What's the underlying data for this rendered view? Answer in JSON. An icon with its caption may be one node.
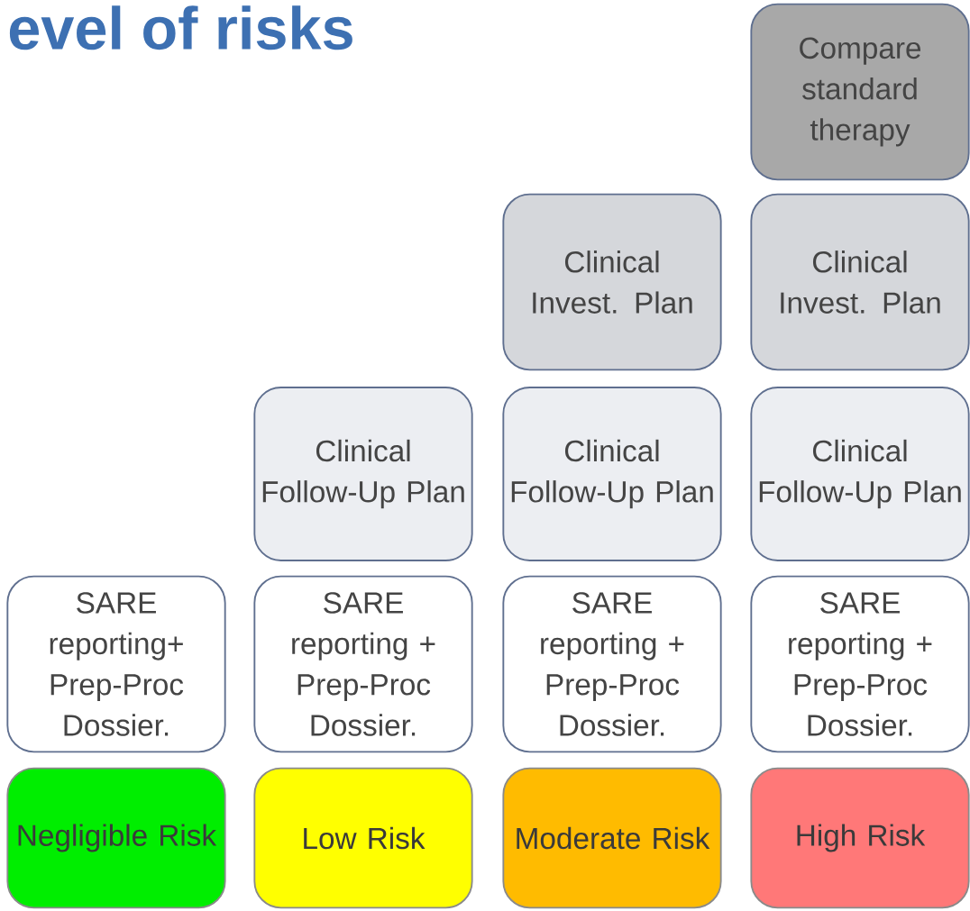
{
  "diagram": {
    "title": "evel of risks",
    "nodes": [
      {
        "text": [
          "Compare standard therapy"
        ]
      },
      {
        "text": [
          "Clinical Invest. Plan"
        ]
      },
      {
        "text": [
          "Clinical Invest. Plan"
        ]
      },
      {
        "text": [
          "Clinical Follow-Up Plan"
        ]
      },
      {
        "text": [
          "Clinical Follow-Up Plan"
        ]
      },
      {
        "text": [
          "Clinical Follow-Up Plan"
        ]
      },
      {
        "text": [
          "SARE reporting+ Prep-Proc Dossier."
        ]
      },
      {
        "text": [
          "SARE reporting + Prep-Proc Dossier."
        ]
      },
      {
        "text": [
          "SARE reporting + Prep-Proc Dossier."
        ]
      },
      {
        "text": [
          "SARE reporting + Prep-Proc Dossier."
        ]
      },
      {
        "text": [
          "Negligible Risk"
        ]
      },
      {
        "text": [
          "Low Risk"
        ]
      },
      {
        "text": [
          "Moderate Risk"
        ]
      },
      {
        "text": [
          "High Risk"
        ]
      }
    ]
  }
}
